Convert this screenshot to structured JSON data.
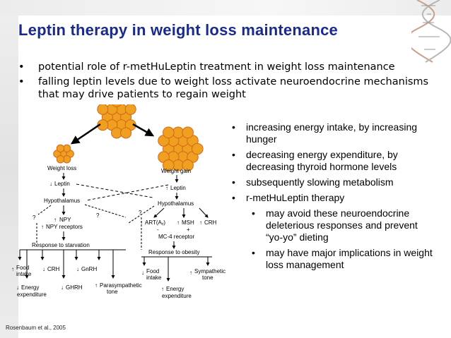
{
  "slide": {
    "title": "Leptin therapy in weight loss maintenance",
    "bullets": [
      "potential role of r-metHuLeptin treatment in weight loss maintenance",
      "falling leptin levels due to weight loss activate neuroendocrine mechanisms that may drive patients to regain weight"
    ],
    "right_bullets": [
      {
        "text": "increasing energy intake, by increasing hunger",
        "level": 1
      },
      {
        "text": "decreasing energy expenditure, by decreasing thyroid hormone levels",
        "level": 1
      },
      {
        "text": "subsequently slowing metabolism",
        "level": 1
      },
      {
        "text": "r-metHuLeptin therapy",
        "level": 1
      },
      {
        "text": "may avoid these neuroendocrine deleterious responses and prevent “yo-yo” dieting",
        "level": 2
      },
      {
        "text": "may have major implications in weight loss management",
        "level": 2
      }
    ],
    "source": "Rosenbaum et al., 2005"
  },
  "diagram": {
    "left": {
      "weight_label": "Weight loss",
      "leptin": "Leptin",
      "hypothalamus": "Hypothalamus",
      "unknown": "?",
      "npy": "NPY",
      "npy_receptors": "NPY receptors",
      "response": "Response to starvation",
      "food": "Food",
      "intake": "intake",
      "crh": "CRH",
      "gnrh": "GnRH",
      "energy": "Energy",
      "expenditure": "expenditure",
      "ghrh": "GHRH",
      "parasympathetic": "Parasympathetic",
      "tone": "tone"
    },
    "right": {
      "weight_label": "Weight gain",
      "leptin": "Leptin",
      "hypothalamus": "Hypothalamus",
      "unknown": "?",
      "art": "ART(Aᵧ)",
      "msh": "MSH",
      "crh": "CRH",
      "minus": "-",
      "plus": "+",
      "mc4": "MC-4 receptor",
      "response": "Response to obesity",
      "food": "Food",
      "intake": "intake",
      "sympathetic": "Sympathetic",
      "tone": "tone",
      "energy": "Energy",
      "expenditure": "expenditure"
    },
    "cross_unknown": "?"
  },
  "colors": {
    "title": "#1a2a8c",
    "cell_fill": "#f0a020",
    "cell_edge": "#d4661a"
  }
}
